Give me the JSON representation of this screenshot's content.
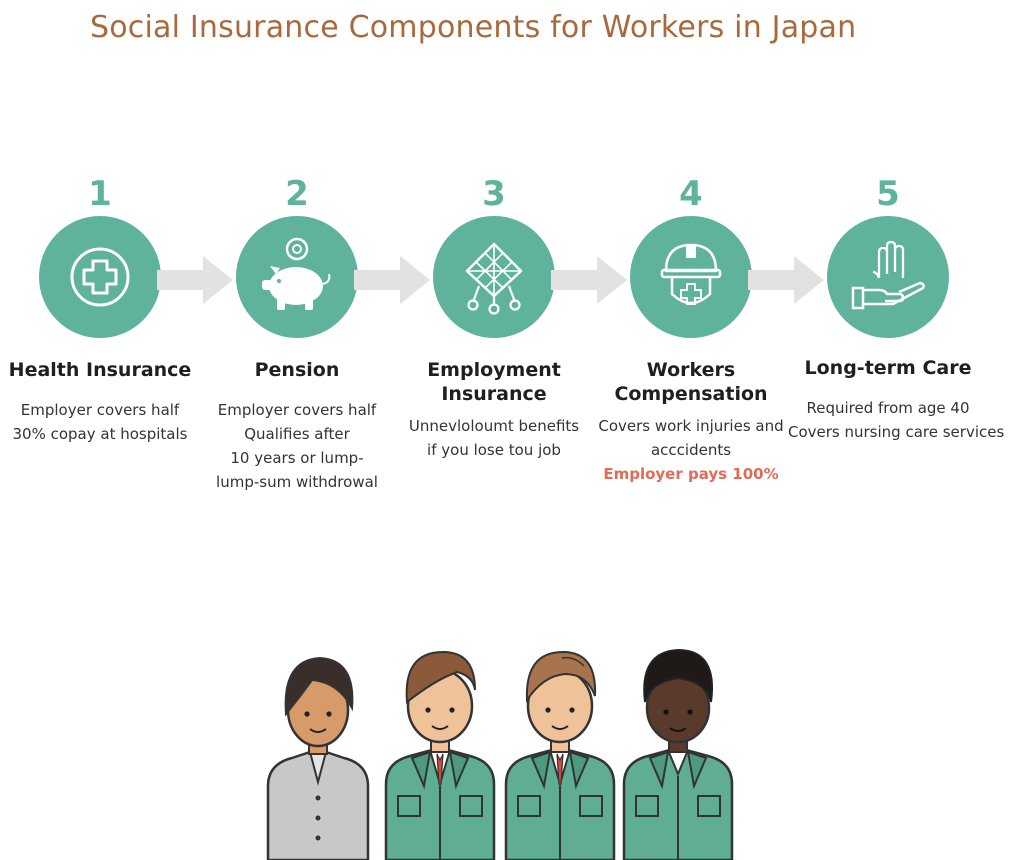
{
  "title": "Social Insurance Components for Workers in Japan",
  "colors": {
    "accent": "#5fb29c",
    "title": "#a86a3c",
    "highlight": "#e06b56"
  },
  "steps": [
    {
      "number": "1",
      "icon": "medical-cross-icon",
      "title": [
        "Health Insurance"
      ],
      "desc": [
        "Employer covers half",
        "30% copay at hospitals"
      ],
      "highlight": ""
    },
    {
      "number": "2",
      "icon": "piggy-bank-icon",
      "title": [
        "Pension"
      ],
      "desc": [
        "Employer covers half",
        "Qualifies after",
        "10 years or lump-",
        "lump-sum withdrowal"
      ],
      "highlight": ""
    },
    {
      "number": "3",
      "icon": "safety-net-icon",
      "title": [
        "Employment",
        "Insurance"
      ],
      "desc": [
        "Unnevloloumt benefits",
        "if you lose tou job"
      ],
      "highlight": ""
    },
    {
      "number": "4",
      "icon": "helmet-shield-icon",
      "title": [
        "Workers",
        "Compensation"
      ],
      "desc": [
        "Covers work injuries and",
        "acccidents"
      ],
      "highlight": "Employer pays 100%"
    },
    {
      "number": "5",
      "icon": "caring-hand-icon",
      "title": [
        "Long-term Care"
      ],
      "desc": [
        "Required from age 40",
        "Covers nursing care services"
      ],
      "highlight": ""
    }
  ],
  "people_icon": "workers-group-illustration"
}
